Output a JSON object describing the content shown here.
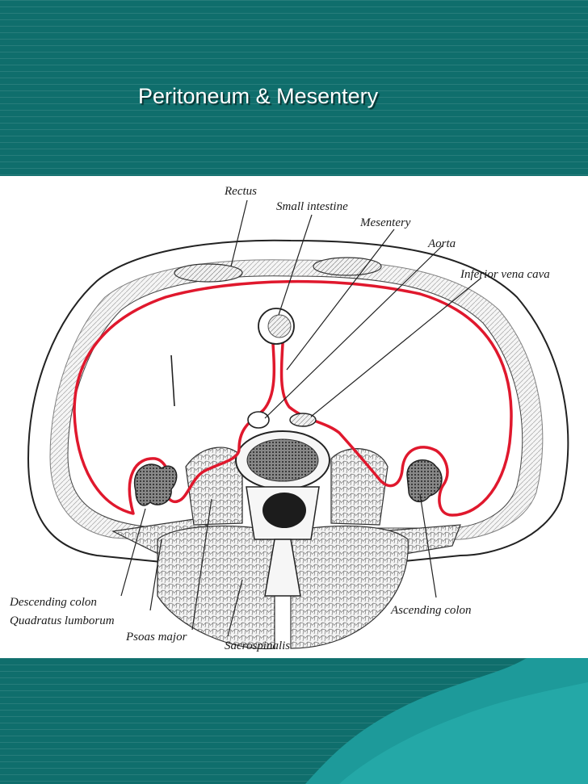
{
  "slide": {
    "title": "Peritoneum & Mesentery"
  },
  "figure": {
    "labels": {
      "rectus": "Rectus",
      "small_intestine": "Small intestine",
      "mesentery": "Mesentery",
      "aorta": "Aorta",
      "inferior_vena_cava": "Inferior vena cava",
      "descending_colon": "Descending colon",
      "quadratus_lumborum": "Quadratus lumborum",
      "psoas_major": "Psoas major",
      "sacrospinalis": "Sacrospinalis",
      "ascending_colon": "Ascending colon"
    },
    "colors": {
      "peritoneum_line": "#e0182d",
      "band": "#0f6e6c",
      "ink": "#222222"
    }
  }
}
